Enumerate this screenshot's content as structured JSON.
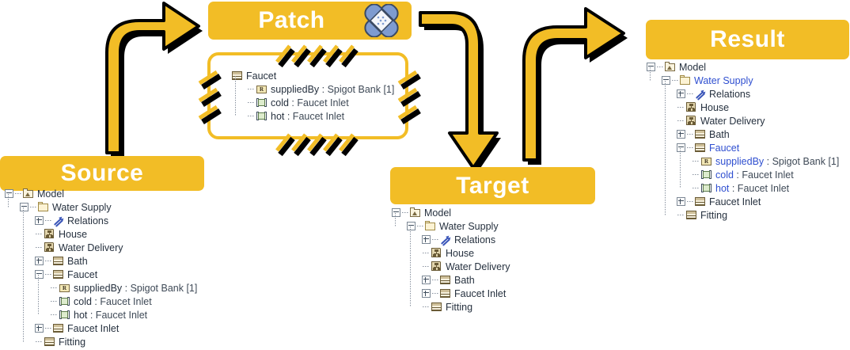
{
  "banners": {
    "source": "Source",
    "patch": "Patch",
    "target": "Target",
    "result": "Result"
  },
  "icons": {
    "bandaid": "bandaid-icon",
    "model": "model-icon",
    "folder": "folder-icon",
    "relations": "relations-icon",
    "package": "package-icon",
    "block": "block-icon",
    "reference": "reference-property-icon",
    "port": "port-icon",
    "arrow_source_to_patch": "curved-arrow-right-icon",
    "arrow_patch_to_target": "curved-arrow-down-icon",
    "arrow_target_to_result": "curved-arrow-right-icon"
  },
  "colors": {
    "gold": "#f2bd26",
    "banner_text": "#ffffff",
    "tree_text": "#26313f",
    "highlight_text": "#2f4fd0",
    "bandaid_strip": "#7e9bd0",
    "shadow": "#000000"
  },
  "ref_icon_letter": "R",
  "source_tree": [
    {
      "depth": 0,
      "toggle": "minus",
      "icon": "model",
      "label": "Model",
      "new": false
    },
    {
      "depth": 1,
      "toggle": "minus",
      "icon": "folder",
      "label": "Water Supply",
      "new": false
    },
    {
      "depth": 2,
      "toggle": "plus",
      "icon": "relations",
      "label": "Relations",
      "new": false
    },
    {
      "depth": 2,
      "toggle": "leaf",
      "icon": "package",
      "label": "House",
      "new": false
    },
    {
      "depth": 2,
      "toggle": "leaf",
      "icon": "package",
      "label": "Water Delivery",
      "new": false
    },
    {
      "depth": 2,
      "toggle": "plus",
      "icon": "block",
      "label": "Bath",
      "new": false
    },
    {
      "depth": 2,
      "toggle": "minus",
      "icon": "block",
      "label": "Faucet",
      "new": false
    },
    {
      "depth": 3,
      "toggle": "leaf",
      "icon": "reference",
      "label": "suppliedBy",
      "suffix": " : Spigot Bank [1]",
      "new": false
    },
    {
      "depth": 3,
      "toggle": "leaf",
      "icon": "port",
      "label": "cold",
      "suffix": " : Faucet Inlet",
      "new": false
    },
    {
      "depth": 3,
      "toggle": "leaf",
      "icon": "port",
      "label": "hot",
      "suffix": " : Faucet Inlet",
      "new": false
    },
    {
      "depth": 2,
      "toggle": "plus",
      "icon": "block",
      "label": "Faucet Inlet",
      "new": false
    },
    {
      "depth": 2,
      "toggle": "leaf",
      "icon": "block",
      "label": "Fitting",
      "new": false
    }
  ],
  "patch_tree": [
    {
      "depth": 0,
      "toggle": "none",
      "icon": "block",
      "label": "Faucet",
      "new": false
    },
    {
      "depth": 1,
      "toggle": "leaf",
      "icon": "reference",
      "label": "suppliedBy",
      "suffix": " : Spigot Bank [1]",
      "new": false
    },
    {
      "depth": 1,
      "toggle": "leaf",
      "icon": "port",
      "label": "cold",
      "suffix": " : Faucet Inlet",
      "new": false
    },
    {
      "depth": 1,
      "toggle": "leaf",
      "icon": "port",
      "label": "hot",
      "suffix": " : Faucet Inlet",
      "new": false
    }
  ],
  "target_tree": [
    {
      "depth": 0,
      "toggle": "minus",
      "icon": "model",
      "label": "Model",
      "new": false
    },
    {
      "depth": 1,
      "toggle": "minus",
      "icon": "folder",
      "label": "Water Supply",
      "new": false
    },
    {
      "depth": 2,
      "toggle": "plus",
      "icon": "relations",
      "label": "Relations",
      "new": false
    },
    {
      "depth": 2,
      "toggle": "leaf",
      "icon": "package",
      "label": "House",
      "new": false
    },
    {
      "depth": 2,
      "toggle": "leaf",
      "icon": "package",
      "label": "Water Delivery",
      "new": false
    },
    {
      "depth": 2,
      "toggle": "plus",
      "icon": "block",
      "label": "Bath",
      "new": false
    },
    {
      "depth": 2,
      "toggle": "plus",
      "icon": "block",
      "label": "Faucet Inlet",
      "new": false
    },
    {
      "depth": 2,
      "toggle": "leaf",
      "icon": "block",
      "label": "Fitting",
      "new": false
    }
  ],
  "result_tree": [
    {
      "depth": 0,
      "toggle": "minus",
      "icon": "model",
      "label": "Model",
      "new": false
    },
    {
      "depth": 1,
      "toggle": "minus",
      "icon": "folder",
      "label": "Water Supply",
      "new": true
    },
    {
      "depth": 2,
      "toggle": "plus",
      "icon": "relations",
      "label": "Relations",
      "new": false
    },
    {
      "depth": 2,
      "toggle": "leaf",
      "icon": "package",
      "label": "House",
      "new": false
    },
    {
      "depth": 2,
      "toggle": "leaf",
      "icon": "package",
      "label": "Water Delivery",
      "new": false
    },
    {
      "depth": 2,
      "toggle": "plus",
      "icon": "block",
      "label": "Bath",
      "new": false
    },
    {
      "depth": 2,
      "toggle": "minus",
      "icon": "block",
      "label": "Faucet",
      "new": true
    },
    {
      "depth": 3,
      "toggle": "leaf",
      "icon": "reference",
      "label": "suppliedBy",
      "suffix": " : Spigot Bank [1]",
      "new": true
    },
    {
      "depth": 3,
      "toggle": "leaf",
      "icon": "port",
      "label": "cold",
      "suffix": " : Faucet Inlet",
      "new": true
    },
    {
      "depth": 3,
      "toggle": "leaf",
      "icon": "port",
      "label": "hot",
      "suffix": " : Faucet Inlet",
      "new": true
    },
    {
      "depth": 2,
      "toggle": "plus",
      "icon": "block",
      "label": "Faucet Inlet",
      "new": false
    },
    {
      "depth": 2,
      "toggle": "leaf",
      "icon": "block",
      "label": "Fitting",
      "new": false
    }
  ]
}
